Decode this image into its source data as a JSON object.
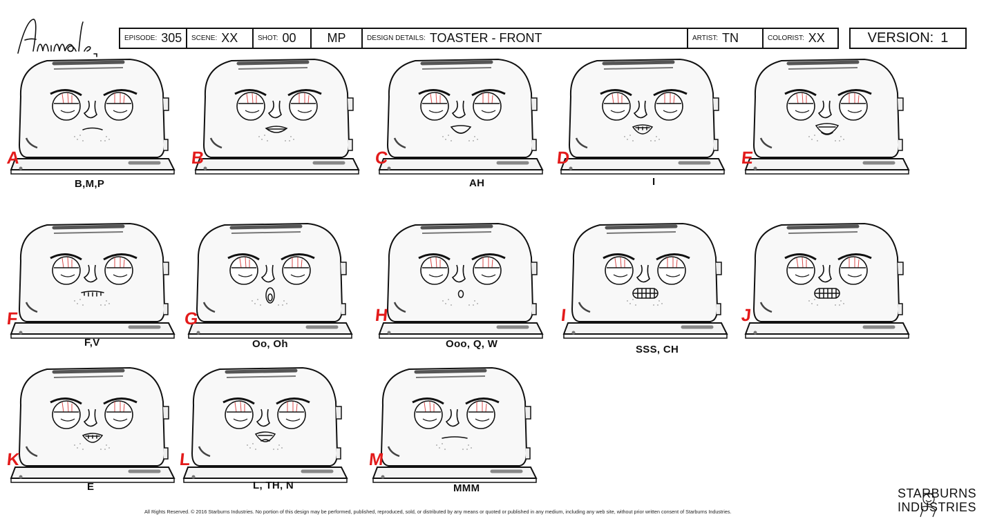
{
  "logo": {
    "text": "Animals."
  },
  "header": {
    "episode_label": "EPISODE:",
    "episode": "305",
    "scene_label": "SCENE:",
    "scene": "XX",
    "shot_label": "SHOT:",
    "shot": "00",
    "code": "MP",
    "design_label": "DESIGN DETAILS:",
    "design": "TOASTER - FRONT",
    "artist_label": "ARTIST:",
    "artist": "TN",
    "colorist_label": "COLORIST:",
    "colorist": "XX"
  },
  "version": {
    "label": "VERSION:",
    "value": "1"
  },
  "panels": [
    {
      "letter": "A",
      "caption": "B,M,P",
      "mouth": "closed"
    },
    {
      "letter": "B",
      "caption": "",
      "mouth": "wide-flat"
    },
    {
      "letter": "C",
      "caption": "AH",
      "mouth": "ah"
    },
    {
      "letter": "D",
      "caption": "I",
      "mouth": "teeth-open"
    },
    {
      "letter": "E",
      "caption": "",
      "mouth": "teeth-smile"
    },
    {
      "letter": "F",
      "caption": "F,V",
      "mouth": "fv"
    },
    {
      "letter": "G",
      "caption": "Oo, Oh",
      "mouth": "oh"
    },
    {
      "letter": "H",
      "caption": "Ooo, Q, W",
      "mouth": "small-o"
    },
    {
      "letter": "I",
      "caption": "SSS, CH",
      "mouth": "grit"
    },
    {
      "letter": "J",
      "caption": "",
      "mouth": "grit"
    },
    {
      "letter": "K",
      "caption": "E",
      "mouth": "teeth-open"
    },
    {
      "letter": "L",
      "caption": "L, TH, N",
      "mouth": "tongue"
    },
    {
      "letter": "M",
      "caption": "MMM",
      "mouth": "line"
    }
  ],
  "footer": "All Rights Reserved.  © 2016 Starburns Industries.  No portion of this design may be performed, published, reproduced, sold, or distributed by any means or quoted or published in any medium, including any web site, without prior written consent of Starburns Industries.",
  "brand": {
    "line1": "STARBURNS",
    "line2": "INDUSTRIES"
  }
}
